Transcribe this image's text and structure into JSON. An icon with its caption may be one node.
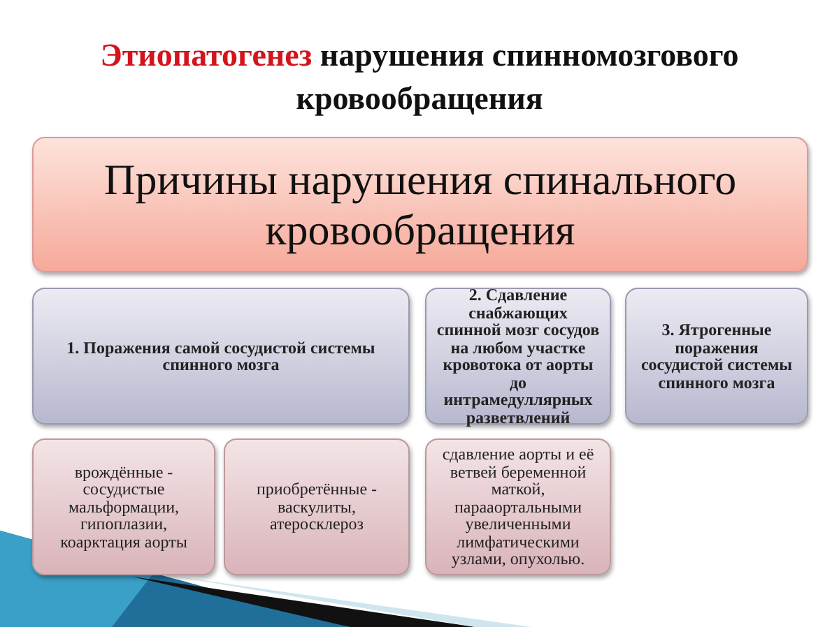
{
  "diagram": {
    "title": "Этиопатогенез нарушения спинномозгового кровообращения",
    "nodes": [
      {
        "text": [
          "Причины нарушения спинального кровообращения"
        ]
      },
      {
        "text": [
          "1. Поражения самой сосудистой системы спинного мозга"
        ]
      },
      {
        "text": [
          "2. Сдавление снабжающих спинной мозг сосудов на любом участке кровотока от аорты до интрамедуллярных разветвлений"
        ]
      },
      {
        "text": [
          "3. Ятрогенные поражения сосудистой системы спинного мозга"
        ]
      },
      {
        "text": [
          "врождённые - сосудистые мальформации, гипоплазии, коарктация аорты"
        ]
      },
      {
        "text": [
          "приобретённые - васкулиты, атеросклероз"
        ]
      },
      {
        "text": [
          "сдавление аорты и её ветвей беременной маткой, парааортальными увеличенными лимфатическими узлами, опухолью."
        ]
      }
    ]
  }
}
